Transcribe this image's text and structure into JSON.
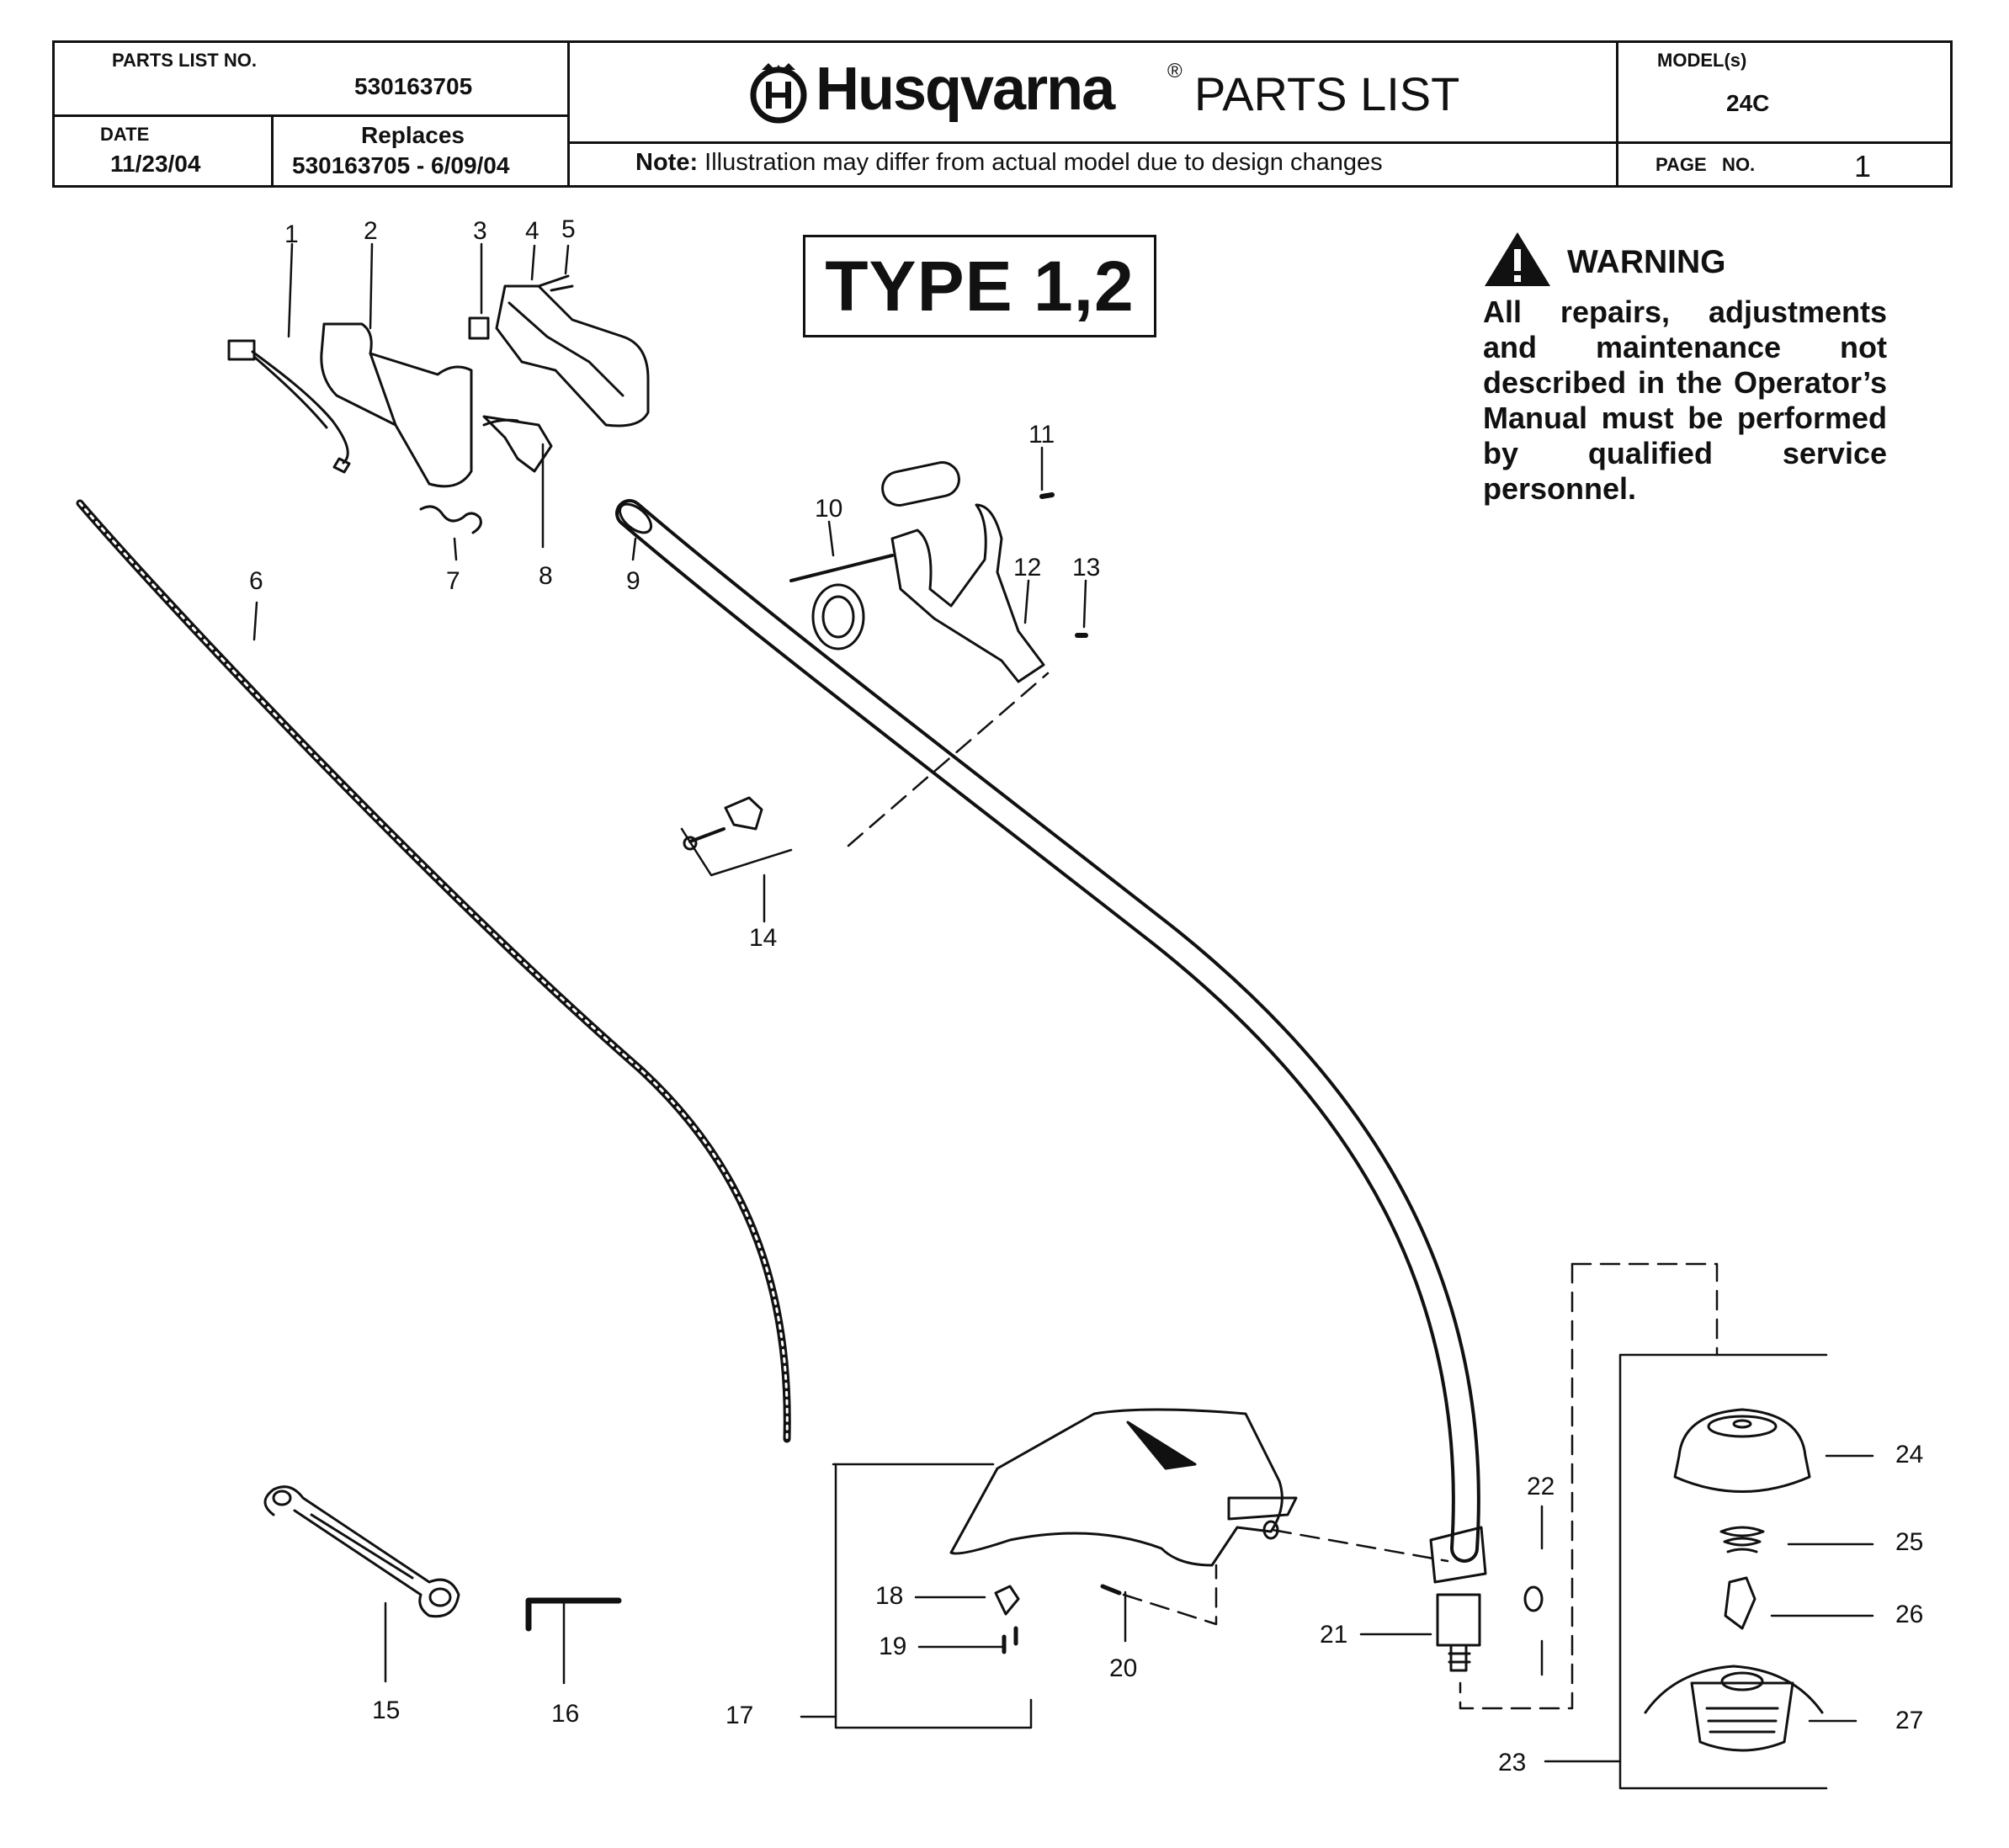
{
  "header": {
    "parts_list_label": "PARTS LIST NO.",
    "parts_list_no": "530163705",
    "date_label": "DATE",
    "date": "11/23/04",
    "replaces_label": "Replaces",
    "replaces": "530163705 - 6/09/04",
    "brand": "Husqvarna",
    "registered": "®",
    "title": "PARTS LIST",
    "note_bold": "Note:",
    "note": " Illustration may differ from actual model due to design changes",
    "model_label": "MODEL(s)",
    "model": "24C",
    "page_label": "PAGE   NO.",
    "page": "1"
  },
  "type_label": "TYPE 1,2",
  "warning": {
    "title": "WARNING",
    "text": "All repairs, adjustments and maintenance not described in the Operator’s Manual must be performed by qualified service personnel."
  },
  "callouts": [
    "1",
    "2",
    "3",
    "4",
    "5",
    "6",
    "7",
    "8",
    "9",
    "10",
    "11",
    "12",
    "13",
    "14",
    "15",
    "16",
    "17",
    "18",
    "19",
    "20",
    "21",
    "22",
    "23",
    "24",
    "25",
    "26",
    "27"
  ],
  "icons": {
    "warning": "warning-triangle-icon",
    "logo": "husqvarna-crown-icon"
  },
  "colors": {
    "ink": "#111111",
    "paper": "#ffffff"
  }
}
